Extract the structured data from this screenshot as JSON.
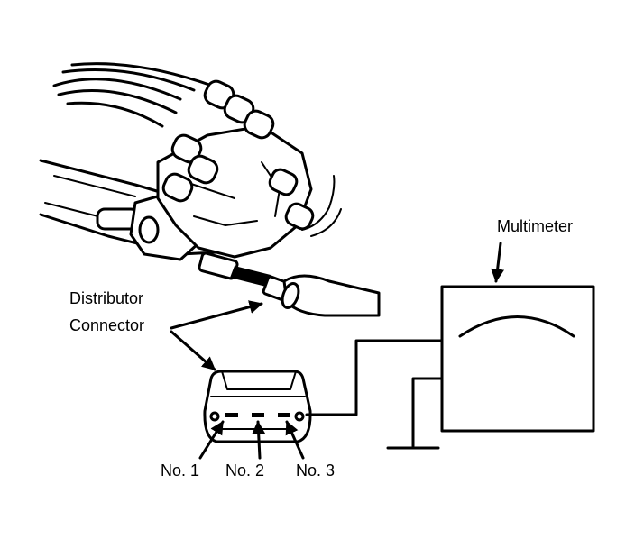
{
  "labels": {
    "multimeter": "Multimeter",
    "distributor_line1": "Distributor",
    "distributor_line2": "Connector",
    "no1": "No. 1",
    "no2": "No. 2",
    "no3": "No. 3"
  },
  "colors": {
    "ink": "#000000",
    "paper": "#ffffff"
  }
}
